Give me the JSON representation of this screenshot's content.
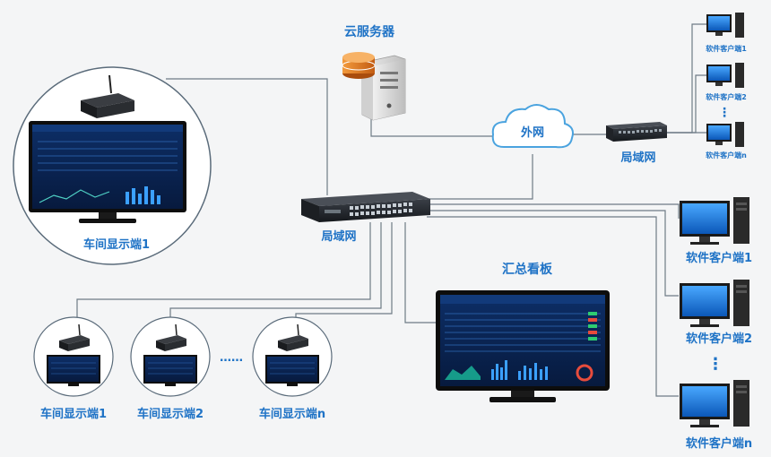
{
  "labels": {
    "cloud_server": "云服务器",
    "internet": "外网",
    "lan_main": "局域网",
    "lan_right": "局域网",
    "summary_board": "汇总看板",
    "workshop_big": "车间显示端1",
    "workshop_small": [
      "车间显示端1",
      "车间显示端2",
      "车间显示端n"
    ],
    "client_small": [
      "软件客户端1",
      "软件客户端2",
      "软件客户端n"
    ],
    "client_large": [
      "软件客户端1",
      "软件客户端2",
      "软件客户端n"
    ],
    "ellipsis_h": "……",
    "ellipsis_v": "⋮"
  },
  "colors": {
    "label_blue": "#1f73c6",
    "line": "#6e7b86",
    "screen": "#0b2a5c",
    "cloud_fill": "#ffffff",
    "cloud_stroke": "#4aa3df"
  },
  "icons": [
    "server-icon",
    "database-icon",
    "cloud-icon",
    "network-switch-icon",
    "monitor-icon",
    "desktop-pc-icon",
    "mini-pc-icon"
  ]
}
